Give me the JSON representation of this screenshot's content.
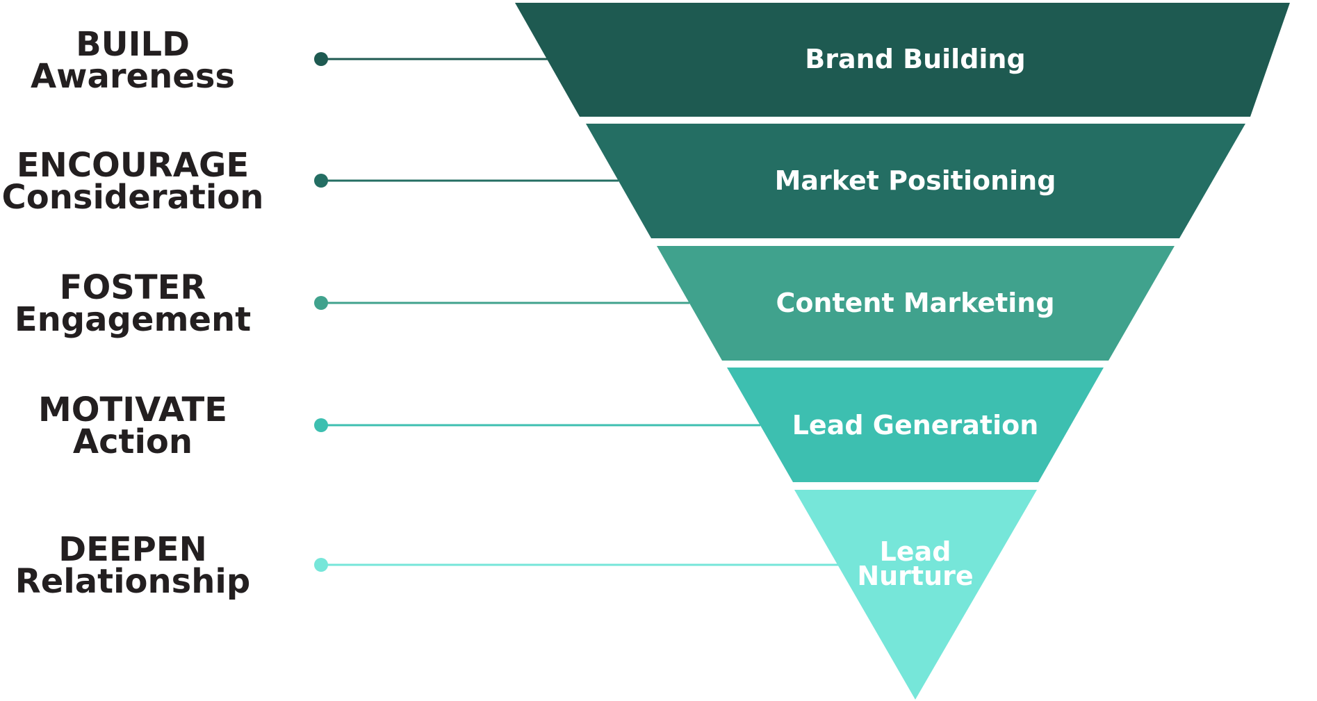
{
  "funnel": {
    "stages": [
      {
        "heading": "BUILD",
        "subheading": "Awareness",
        "segment_label": "Brand Building",
        "color": "#1e5a51"
      },
      {
        "heading": "ENCOURAGE",
        "subheading": "Consideration",
        "segment_label": "Market Positioning",
        "color": "#246e63"
      },
      {
        "heading": "FOSTER",
        "subheading": "Engagement",
        "segment_label": "Content Marketing",
        "color": "#40a28d"
      },
      {
        "heading": "MOTIVATE",
        "subheading": "Action",
        "segment_label": "Lead Generation",
        "color": "#3dbfb0"
      },
      {
        "heading": "DEEPEN",
        "subheading": "Relationship",
        "segment_label_lines": [
          "Lead",
          "Nurture"
        ],
        "color": "#76e6d9"
      }
    ]
  }
}
